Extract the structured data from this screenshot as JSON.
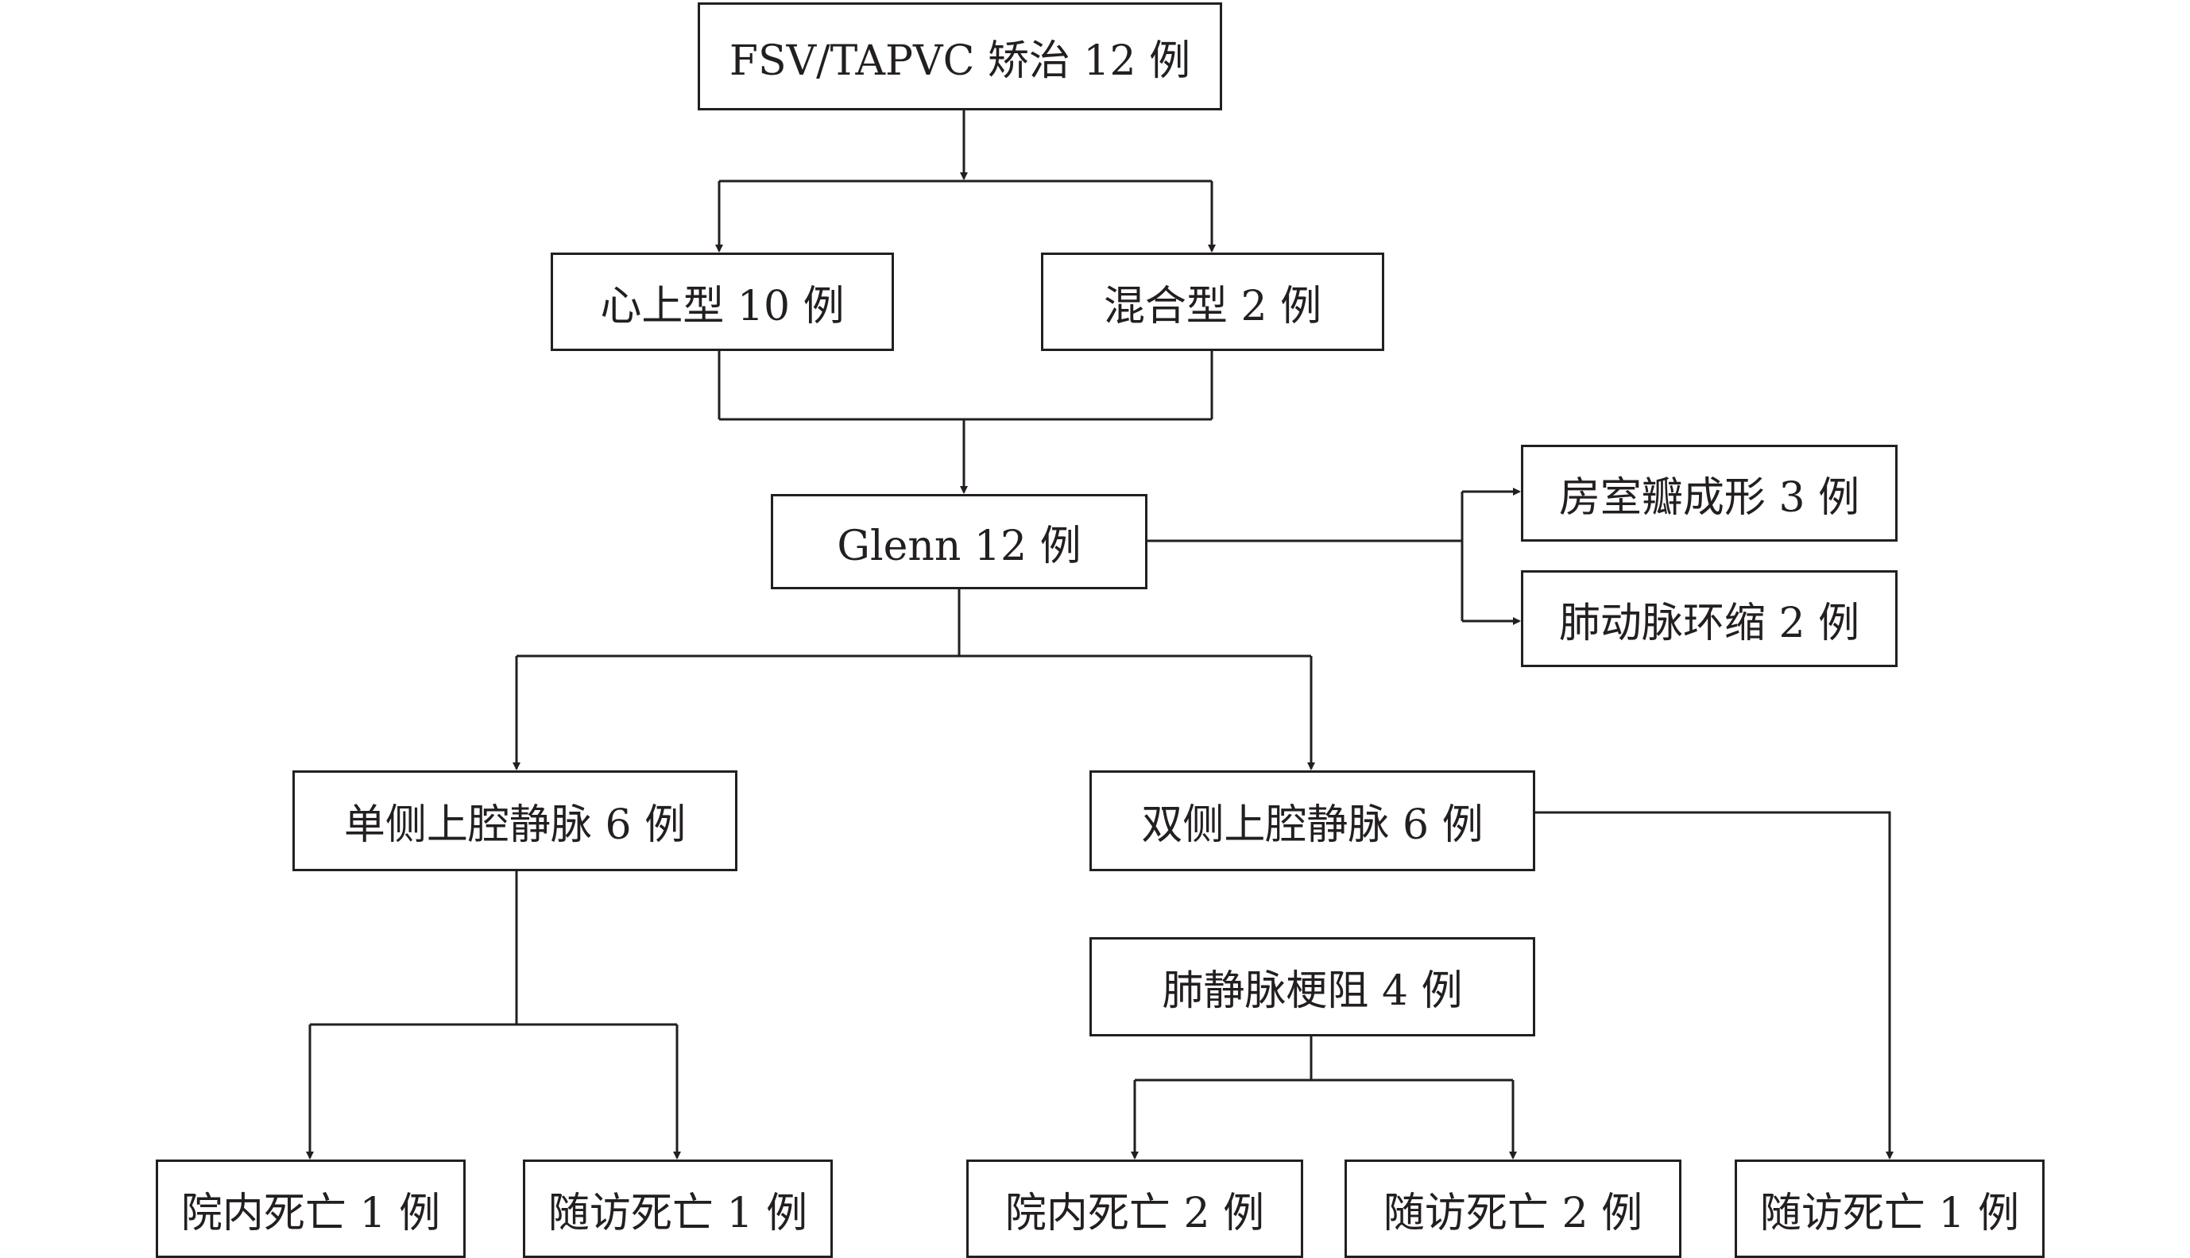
{
  "nodes": {
    "root": "FSV/TAPVC 矫治 12 例",
    "supracardiac": "心上型 10 例",
    "mixed": "混合型 2 例",
    "glenn": "Glenn 12 例",
    "av_valvuloplasty": "房室瓣成形 3 例",
    "pa_banding": "肺动脉环缩 2 例",
    "unilateral_svc": "单侧上腔静脉 6 例",
    "bilateral_svc": "双侧上腔静脉 6 例",
    "pv_obstruction": "肺静脉梗阻 4 例",
    "uni_inhospital_death": "院内死亡 1 例",
    "uni_followup_death": "随访死亡 1 例",
    "pvo_inhospital_death": "院内死亡 2 例",
    "pvo_followup_death": "随访死亡 2 例",
    "bi_followup_death": "随访死亡 1 例"
  },
  "colors": {
    "line": "#231f20",
    "box_border": "#231f20",
    "text": "#231f20",
    "background": "#ffffff"
  }
}
